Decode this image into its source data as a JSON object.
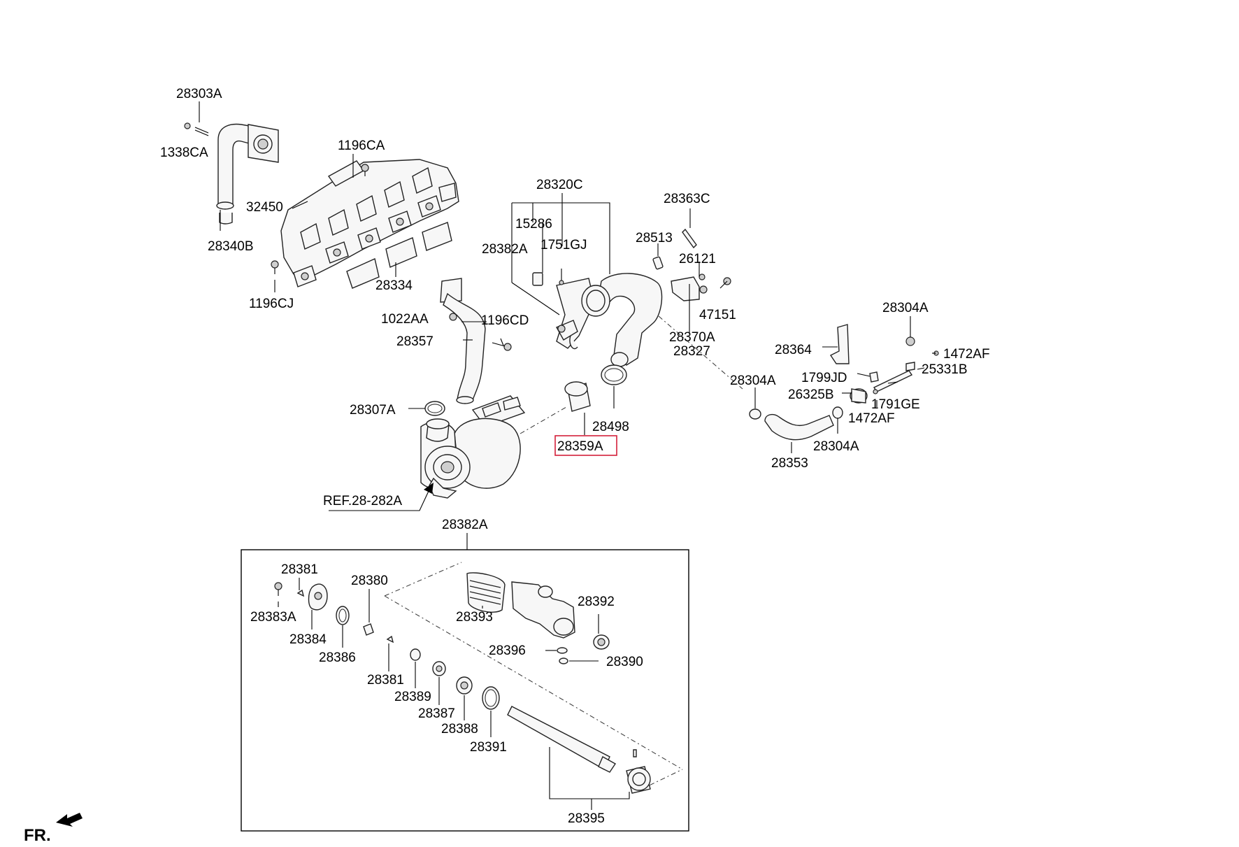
{
  "labels": {
    "p28303A": "28303A",
    "p1338CA": "1338CA",
    "p28340B": "28340B",
    "p1196CA": "1196CA",
    "p32450": "32450",
    "p28334": "28334",
    "p1196CJ": "1196CJ",
    "p28320C": "28320C",
    "p15286": "15286",
    "p28382A_top": "28382A",
    "p1751GJ": "1751GJ",
    "p28363C": "28363C",
    "p28513": "28513",
    "p26121": "26121",
    "p47151": "47151",
    "p28370A": "28370A",
    "p28327": "28327",
    "p1022AA": "1022AA",
    "p1196CD": "1196CD",
    "p28357": "28357",
    "p28307A": "28307A",
    "p28498": "28498",
    "p28359A": "28359A",
    "p28304A_top": "28304A",
    "p1472AF_top": "1472AF",
    "p25331B": "25331B",
    "p28364": "28364",
    "p1799JD": "1799JD",
    "p28304A_mid": "28304A",
    "p26325B": "26325B",
    "p1791GE": "1791GE",
    "p1472AF_bottom": "1472AF",
    "p28304A_bottom": "28304A",
    "p28353": "28353",
    "ref": "REF.28-282A",
    "p28382A_box": "28382A",
    "p28381_a": "28381",
    "p28383A": "28383A",
    "p28384": "28384",
    "p28386": "28386",
    "p28380": "28380",
    "p28393": "28393",
    "p28392": "28392",
    "p28396": "28396",
    "p28390": "28390",
    "p28381_b": "28381",
    "p28389": "28389",
    "p28387": "28387",
    "p28388": "28388",
    "p28391": "28391",
    "p28395": "28395",
    "fr": "FR."
  },
  "highlighted_part": "28359A",
  "colors": {
    "highlight": "#d4203a",
    "line": "#000000",
    "background": "#ffffff"
  }
}
